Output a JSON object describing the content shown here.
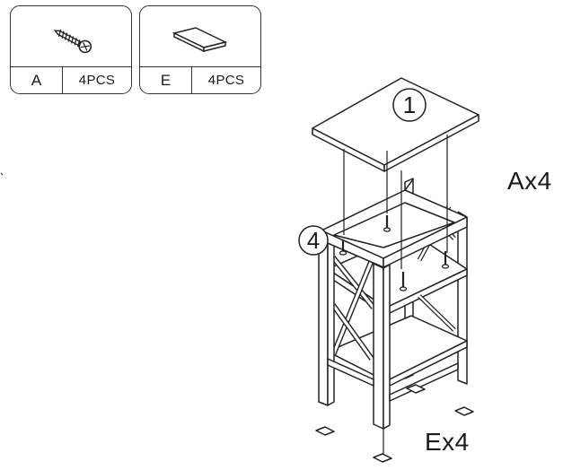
{
  "parts": [
    {
      "letter": "A",
      "quantity": "4PCS",
      "icon": "screw-icon"
    },
    {
      "letter": "E",
      "quantity": "4PCS",
      "icon": "foot-pad-icon"
    }
  ],
  "steps": {
    "top_panel": "1",
    "screw_hole": "4"
  },
  "callouts": {
    "screws": "Ax4",
    "feet": "Ex4"
  }
}
